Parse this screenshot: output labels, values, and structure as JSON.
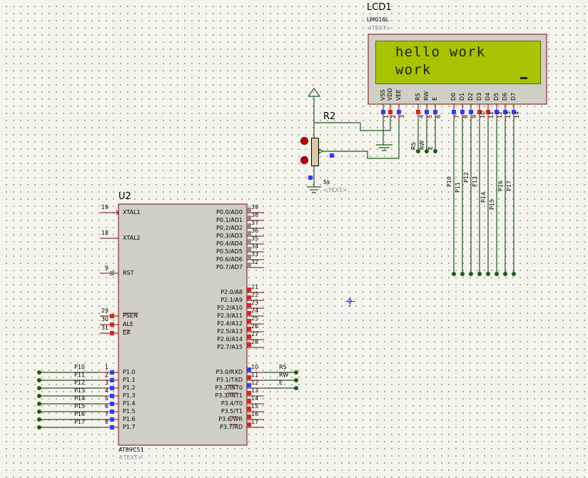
{
  "lcd": {
    "ref": "LCD1",
    "model": "LM016L",
    "text_placeholder": "<TEXT>",
    "screen": {
      "line1": "hello work",
      "line2": "work"
    },
    "pin_labels": [
      "VSS",
      "VDD",
      "VEE",
      "RS",
      "RW",
      "E",
      "D0",
      "D1",
      "D2",
      "D3",
      "D4",
      "D5",
      "D6",
      "D7"
    ],
    "pin_numbers": [
      "1",
      "2",
      "3",
      "4",
      "5",
      "6",
      "7",
      "8",
      "9",
      "10",
      "11",
      "12",
      "13",
      "14"
    ],
    "bus_labels": [
      "P10",
      "P11",
      "P12",
      "P13",
      "P14",
      "P15",
      "P16",
      "P17"
    ],
    "control_labels": [
      "RS",
      "RW",
      "E"
    ]
  },
  "pot": {
    "ref": "R2",
    "value": "5k",
    "text_placeholder": "<TEXT>"
  },
  "mcu": {
    "ref": "U2",
    "model": "AT89C51",
    "text_placeholder": "<TEXT>",
    "left_pins": [
      {
        "num": "19",
        "name": "XTAL1"
      },
      {
        "num": "18",
        "name": "XTAL2"
      },
      {
        "num": "9",
        "name": "RST"
      },
      {
        "num": "29",
        "name": "PSEN"
      },
      {
        "num": "30",
        "name": "ALE"
      },
      {
        "num": "31",
        "name": "EA"
      },
      {
        "num": "1",
        "name": "P1.0",
        "net": "P10"
      },
      {
        "num": "2",
        "name": "P1.1",
        "net": "P11"
      },
      {
        "num": "3",
        "name": "P1.2",
        "net": "P12"
      },
      {
        "num": "4",
        "name": "P1.3",
        "net": "P13"
      },
      {
        "num": "5",
        "name": "P1.4",
        "net": "P14"
      },
      {
        "num": "6",
        "name": "P1.5",
        "net": "P15"
      },
      {
        "num": "7",
        "name": "P1.6",
        "net": "P16"
      },
      {
        "num": "8",
        "name": "P1.7",
        "net": "P17"
      }
    ],
    "right_pins": [
      {
        "num": "39",
        "name": "P0.0/AD0"
      },
      {
        "num": "38",
        "name": "P0.1/AD1"
      },
      {
        "num": "37",
        "name": "P0.2/AD2"
      },
      {
        "num": "36",
        "name": "P0.3/AD3"
      },
      {
        "num": "35",
        "name": "P0.4/AD4"
      },
      {
        "num": "34",
        "name": "P0.5/AD5"
      },
      {
        "num": "33",
        "name": "P0.6/AD6"
      },
      {
        "num": "32",
        "name": "P0.7/AD7"
      },
      {
        "num": "21",
        "name": "P2.0/A8"
      },
      {
        "num": "22",
        "name": "P2.1/A9"
      },
      {
        "num": "23",
        "name": "P2.2/A10"
      },
      {
        "num": "24",
        "name": "P2.3/A11"
      },
      {
        "num": "25",
        "name": "P2.4/A12"
      },
      {
        "num": "26",
        "name": "P2.5/A13"
      },
      {
        "num": "27",
        "name": "P2.6/A14"
      },
      {
        "num": "28",
        "name": "P2.7/A15"
      },
      {
        "num": "10",
        "name": "P3.0/RXD",
        "net": "RS"
      },
      {
        "num": "11",
        "name": "P3.1/TXD",
        "net": "RW"
      },
      {
        "num": "12",
        "name": "P3.2/INT0",
        "net": "E"
      },
      {
        "num": "13",
        "name": "P3.3/INT1"
      },
      {
        "num": "14",
        "name": "P3.4/T0"
      },
      {
        "num": "15",
        "name": "P3.5/T1"
      },
      {
        "num": "16",
        "name": "P3.6/WR"
      },
      {
        "num": "17",
        "name": "P3.7/RD"
      }
    ]
  },
  "colors": {
    "wire": "#1c5a1c",
    "pin_blue": "#2f3bff",
    "pin_red": "#e02020",
    "pin_grey": "#8c8c8c",
    "lcd_screen": "#a8c400",
    "component_body": "#cfcfc6"
  }
}
